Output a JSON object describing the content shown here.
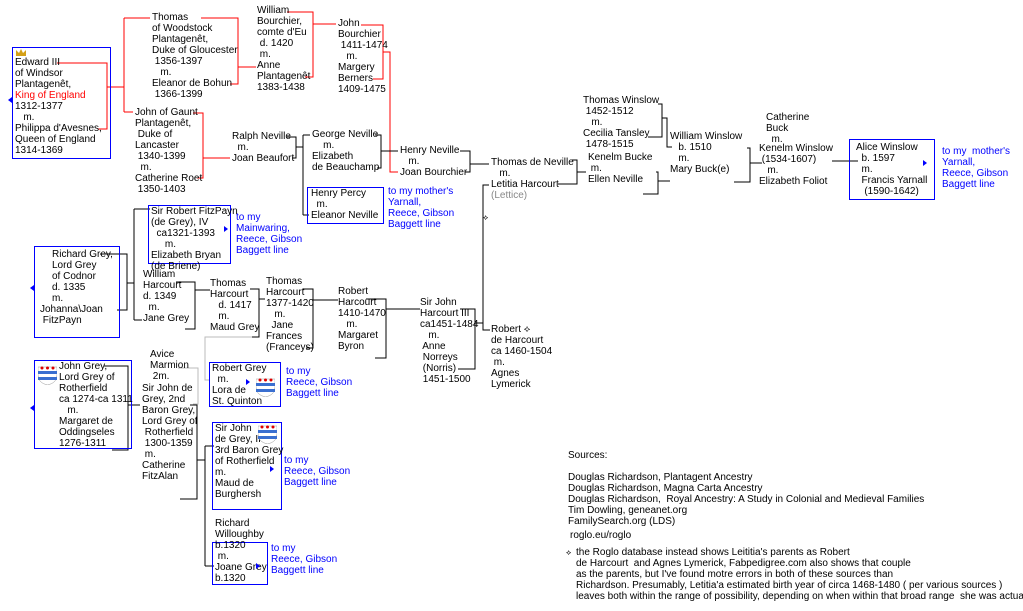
{
  "colors": {
    "main_line": "#ff0000",
    "link": "#0000ff",
    "box_border": "#0000ff"
  },
  "people": {
    "edward_top": "Edward III\nof Windsor\nPlantagenêt,",
    "edward_title": "King of England",
    "edward_bottom": "1312-1377\n   m.\nPhilippa d'Avesnes,\nQueen of England\n1314-1369",
    "thomas_woodstock": "Thomas\nof Woodstock\nPlantagenêt,\nDuke of Gloucester\n 1356-1397\n   m.\nEleanor de Bohun\n 1366-1399",
    "william_bourchier": "William\nBourchier,\ncomte d'Eu\n d. 1420\n m.\nAnne\nPlantagenêt\n1383-1438",
    "john_bourchier": "John\nBourchier\n 1411-1474\n   m.\nMargery\nBerners\n1409-1475",
    "john_gaunt": "John of Gaunt\nPlantagenêt,\n Duke of\nLancaster\n 1340-1399\n  m.\nCatherine Roet\n 1350-1403",
    "ralph_neville": "Ralph Neville\n  m.\nJoan Beaufort",
    "george_neville": "George Neville\n    m.\nElizabeth\nde Beauchamp",
    "henry_percy": "Henry Percy\n  m.\nEleanor Neville",
    "henry_neville": "Henry Neville\n   m.\nJoan Bourchier",
    "thomas_de_neville": "Thomas de Neville\n   m.\nLetitia Harcourt",
    "lettice": "(Lettice)",
    "thomas_winslow": "Thomas Winslow\n 1452-1512\n   m.\nCecilia Tansley\n 1478-1515",
    "kenelm_bucke": "Kenelm Bucke\n m.\nEllen Neville",
    "william_winslow": "William Winslow\n   b. 1510\n   m.\nMary Buck(e)",
    "catherine_buck": "Catherine\nBuck\n  m.",
    "kenelm_winslow": "Kenelm Winslow\n (1534-1607)\n   m.\nElizabeth Foliot",
    "alice_winslow": "Alice Winslow\n  b. 1597\n  m.\n  Francis Yarnall\n   (1590-1642)",
    "robert_fitzpayn": "Sir Robert FitzPayn\n(de Grey), IV\n  ca1321-1393\n     m.\nElizabeth Bryan\n(de Briene)",
    "richard_grey": "Richard Grey,\nLord Grey\nof Codnor\nd. 1335\nm.",
    "richard_grey_spouse": "Johanna\\Joan\n FitzPayn",
    "william_harcourt": "William\nHarcourt\nd. 1349\n  m.\nJane Grey",
    "thomas_harcourt_1417": "Thomas\nHarcourt\n   d. 1417\n   m.\nMaud Grey",
    "thomas_harcourt_1377": "Thomas\nHarcourt\n1377-1420\n   m.\n  Jane\nFrances\n(Franceys)",
    "robert_harcourt": "Robert\nHarcourt\n1410-1470\n   m.\nMargaret\nByron",
    "john_harcourt": "Sir John\nHarcourt III\nca1451-1484\n   m.\n Anne\n Norreys\n (Norris)\n 1451-1500",
    "robert_de_harcourt": "Robert ⟡\nde Harcourt\nca 1460-1504\n m.\nAgnes\nLymerick",
    "avice_marmion": "Avice\nMarmion\n 2m.",
    "john_de_grey_2nd": "Sir John de\nGrey, 2nd\nBaron Grey,\nLord Grey of\n Rotherfield\n 1300-1359\n m.\nCatherine\nFitzAlan",
    "john_grey": "John Grey,\nLord Grey of\nRotherfield\nca 1274-ca 1311\n   m.\nMargaret de\nOddingseles\n1276-1311",
    "robert_grey": "Robert Grey\n  m.\nLora de\nSt. Quinton",
    "john_de_grey_3": "Sir John\nde Grey, III\n3rd Baron Grey\nof Rotherfield\nm.\nMaud de\nBurghersh",
    "richard_willoughby": "Richard\nWilloughby\nb.1320\n m.\nJoane Grey\nb.1320"
  },
  "links": {
    "percy": "to my mother's\nYarnall,\nReece, Gibson\nBaggett line",
    "alice": "to my  mother's\nYarnall,\nReece, Gibson\nBaggett line",
    "fitzpayn": "to my\nMainwaring,\nReece, Gibson\nBaggett line",
    "robert_grey": "to my\nReece, Gibson\nBaggett line",
    "john_grey_3": "to my\nReece, Gibson\nBaggett line",
    "willoughby": "to my\nReece, Gibson\nBaggett line"
  },
  "marker": "⟡",
  "sources": {
    "heading": "Sources:",
    "items": [
      "Douglas Richardson, Plantagent Ancestry",
      "Douglas Richardson, Magna Carta Ancestry",
      "Douglas Richardson,  Royal Ancestry: A Study in Colonial and Medieval Families",
      "Tim Dowling, geneanet.org",
      "FamilySearch.org (LDS)"
    ],
    "roglo": "roglo.eu/roglo",
    "footnote": "the Roglo database instead shows Leititia's parents as Robert\nde Harcourt  and Agnes Lymerick, Fabpedigree.com also shows that couple\nas the parents, but I've found motre errors in both of these sources than\nRichardson. Presumably, Letitia'a estimated birth year of circa 1468-1480 ( per various sources )\nleaves both within the range of possibility, depending on when within that broad range  she was actually born."
  }
}
